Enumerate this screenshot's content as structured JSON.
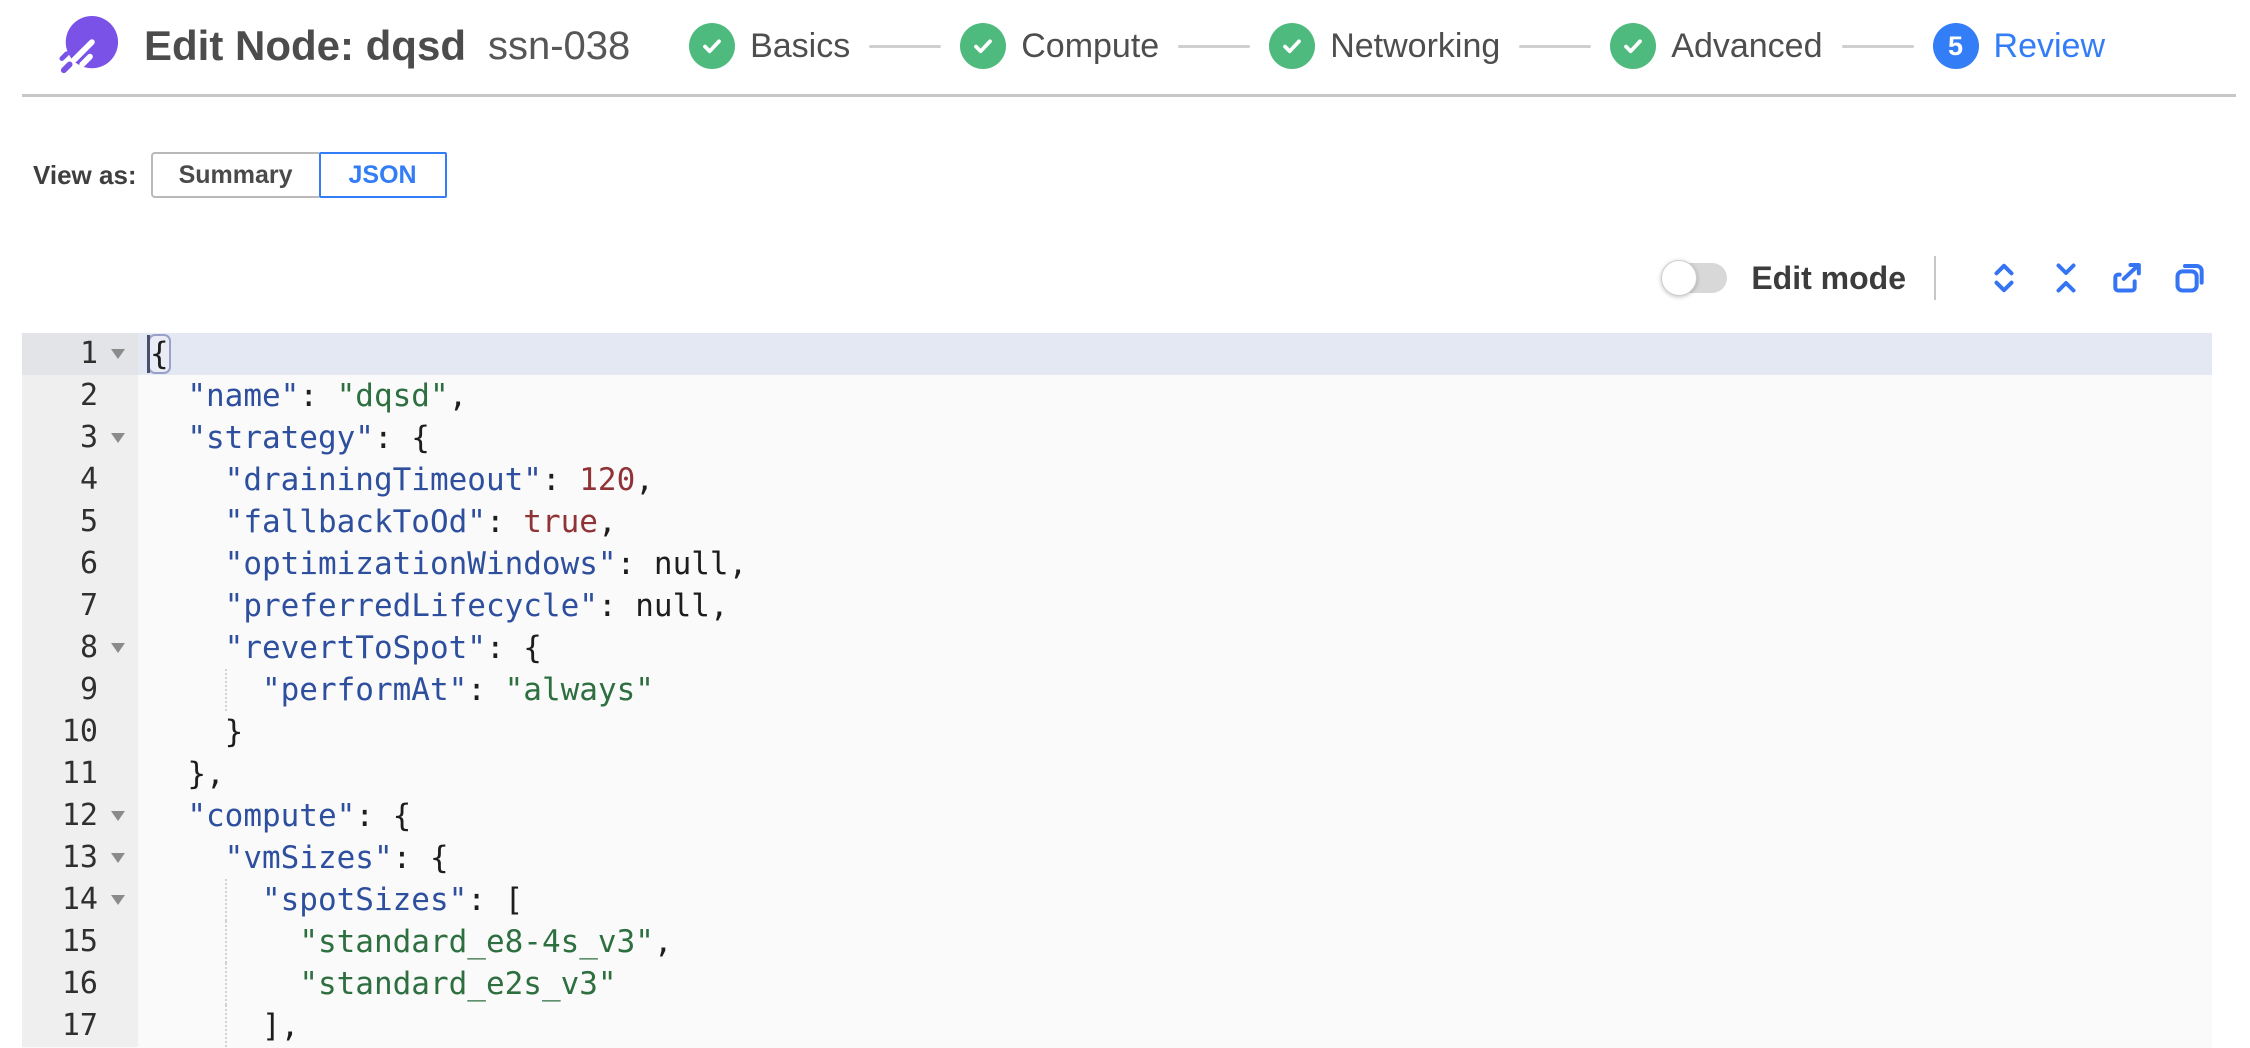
{
  "colors": {
    "accent_blue": "#337DF7",
    "icon_blue": "#3575F3",
    "step_green": "#4EBA7E",
    "brand_purple": "#7A52E8",
    "code_key": "#2D4F9E",
    "code_string": "#2E6F40",
    "code_number": "#8F3337",
    "code_plain": "#1D1D1D",
    "active_line": "#E4E8F2"
  },
  "header": {
    "title": "Edit Node: dqsd",
    "node_id": "ssn-038",
    "steps": [
      {
        "label": "Basics",
        "state": "done"
      },
      {
        "label": "Compute",
        "state": "done"
      },
      {
        "label": "Networking",
        "state": "done"
      },
      {
        "label": "Advanced",
        "state": "done"
      },
      {
        "label": "Review",
        "state": "current",
        "number": "5"
      }
    ]
  },
  "view_as": {
    "label": "View as:",
    "options": [
      {
        "label": "Summary",
        "selected": false
      },
      {
        "label": "JSON",
        "selected": true
      }
    ]
  },
  "toolbar": {
    "edit_mode_label": "Edit mode",
    "edit_mode_on": false,
    "icons": [
      "expand-all",
      "collapse-all",
      "export",
      "copy"
    ]
  },
  "editor": {
    "lines": [
      {
        "num": 1,
        "fold": true,
        "active": true,
        "cursor": true,
        "tokens": [
          [
            "B",
            "{"
          ]
        ]
      },
      {
        "num": 2,
        "tokens": [
          [
            "p",
            "  "
          ],
          [
            "k",
            "\"name\""
          ],
          [
            "p",
            ": "
          ],
          [
            "s",
            "\"dqsd\""
          ],
          [
            "p",
            ","
          ]
        ]
      },
      {
        "num": 3,
        "fold": true,
        "tokens": [
          [
            "p",
            "  "
          ],
          [
            "k",
            "\"strategy\""
          ],
          [
            "p",
            ": {"
          ]
        ]
      },
      {
        "num": 4,
        "tokens": [
          [
            "p",
            "    "
          ],
          [
            "k",
            "\"drainingTimeout\""
          ],
          [
            "p",
            ": "
          ],
          [
            "n",
            "120"
          ],
          [
            "p",
            ","
          ]
        ]
      },
      {
        "num": 5,
        "tokens": [
          [
            "p",
            "    "
          ],
          [
            "k",
            "\"fallbackToOd\""
          ],
          [
            "p",
            ": "
          ],
          [
            "b",
            "true"
          ],
          [
            "p",
            ","
          ]
        ]
      },
      {
        "num": 6,
        "tokens": [
          [
            "p",
            "    "
          ],
          [
            "k",
            "\"optimizationWindows\""
          ],
          [
            "p",
            ": "
          ],
          [
            "p",
            "null,"
          ]
        ]
      },
      {
        "num": 7,
        "tokens": [
          [
            "p",
            "    "
          ],
          [
            "k",
            "\"preferredLifecycle\""
          ],
          [
            "p",
            ": "
          ],
          [
            "p",
            "null,"
          ]
        ]
      },
      {
        "num": 8,
        "fold": true,
        "tokens": [
          [
            "p",
            "    "
          ],
          [
            "k",
            "\"revertToSpot\""
          ],
          [
            "p",
            ": {"
          ]
        ]
      },
      {
        "num": 9,
        "guide": true,
        "tokens": [
          [
            "p",
            "      "
          ],
          [
            "k",
            "\"performAt\""
          ],
          [
            "p",
            ": "
          ],
          [
            "s",
            "\"always\""
          ]
        ]
      },
      {
        "num": 10,
        "tokens": [
          [
            "p",
            "    }"
          ]
        ]
      },
      {
        "num": 11,
        "tokens": [
          [
            "p",
            "  },"
          ]
        ]
      },
      {
        "num": 12,
        "fold": true,
        "tokens": [
          [
            "p",
            "  "
          ],
          [
            "k",
            "\"compute\""
          ],
          [
            "p",
            ": {"
          ]
        ]
      },
      {
        "num": 13,
        "fold": true,
        "tokens": [
          [
            "p",
            "    "
          ],
          [
            "k",
            "\"vmSizes\""
          ],
          [
            "p",
            ": {"
          ]
        ]
      },
      {
        "num": 14,
        "fold": true,
        "guide": true,
        "tokens": [
          [
            "p",
            "      "
          ],
          [
            "k",
            "\"spotSizes\""
          ],
          [
            "p",
            ": ["
          ]
        ]
      },
      {
        "num": 15,
        "guide": true,
        "tokens": [
          [
            "p",
            "        "
          ],
          [
            "s",
            "\"standard_e8-4s_v3\""
          ],
          [
            "p",
            ","
          ]
        ]
      },
      {
        "num": 16,
        "guide": true,
        "tokens": [
          [
            "p",
            "        "
          ],
          [
            "s",
            "\"standard_e2s_v3\""
          ]
        ]
      },
      {
        "num": 17,
        "guide": true,
        "tokens": [
          [
            "p",
            "      ],"
          ]
        ]
      }
    ]
  }
}
